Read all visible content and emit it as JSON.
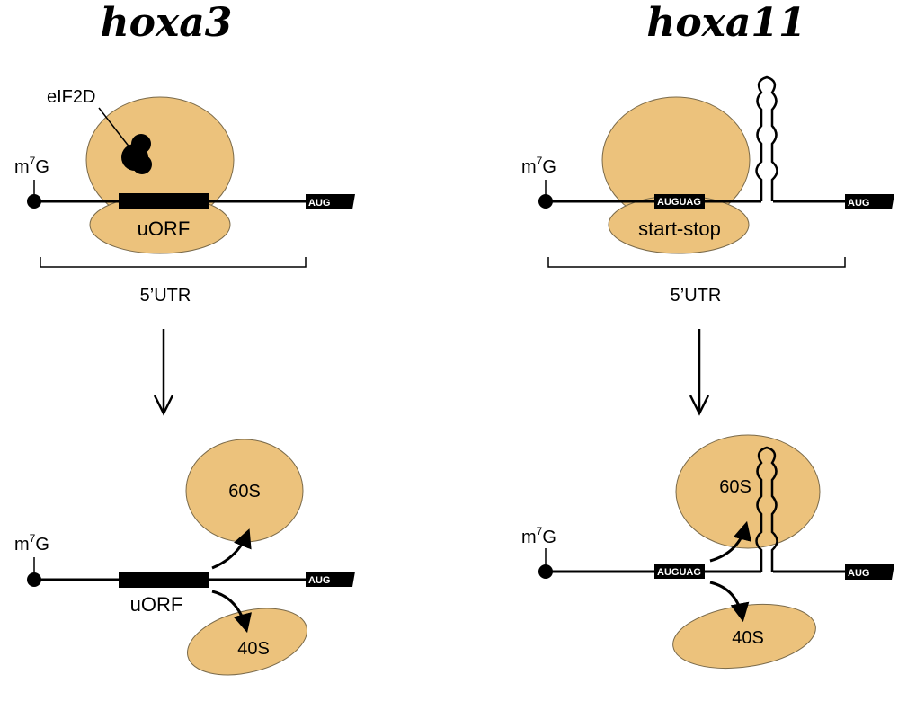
{
  "panels": {
    "left": {
      "gene": "hoxa3",
      "cap_label": "m",
      "cap_sup": "7",
      "cap_base": "G",
      "factor_label": "eIF2D",
      "orf_label": "uORF",
      "start_codon": "AUG",
      "region_label": "5’UTR",
      "large_subunit": "60S",
      "small_subunit": "40S"
    },
    "right": {
      "gene": "hoxa11",
      "cap_label": "m",
      "cap_sup": "7",
      "cap_base": "G",
      "startstop_codons": "AUGUAG",
      "startstop_label": "start-stop",
      "start_codon": "AUG",
      "region_label": "5’UTR",
      "large_subunit": "60S",
      "small_subunit": "40S"
    }
  }
}
